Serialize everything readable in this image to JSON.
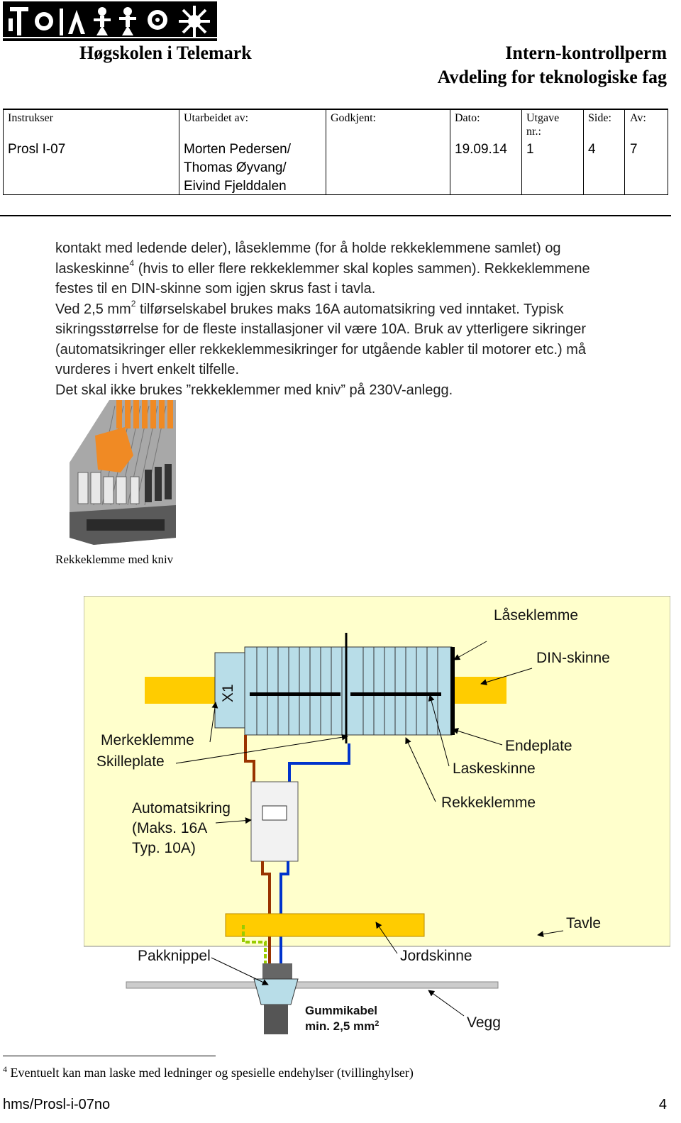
{
  "header": {
    "institution": "Høgskolen i Telemark",
    "doc_type": "Intern-kontrollperm",
    "department": "Avdeling for teknologiske fag"
  },
  "info_table": {
    "headers": {
      "instrukser": "Instrukser",
      "utarbeidet": "Utarbeidet av:",
      "godkjent": "Godkjent:",
      "dato": "Dato:",
      "utgave_line1": "Utgave",
      "utgave_line2": "nr.:",
      "side": "Side:",
      "av": "Av:"
    },
    "values": {
      "instrukser": "Prosl I-07",
      "utarbeidet_line1": "Morten Pedersen/",
      "utarbeidet_line2": "Thomas Øyvang/",
      "utarbeidet_line3": "Eivind Fjelddalen",
      "godkjent": "",
      "dato": "19.09.14",
      "utgave": "1",
      "side": "4",
      "av": "7"
    }
  },
  "body": {
    "line1": "kontakt med ledende deler), låseklemme (for å holde rekkeklemmene samlet) og",
    "line2_a": "laskeskinne",
    "line2_sup": "4",
    "line2_b": " (hvis to eller flere rekkeklemmer skal koples sammen). Rekkeklemmene",
    "line3": "festes til en DIN-skinne som igjen skrus fast i tavla.",
    "line4_a": "Ved 2,5 mm",
    "line4_sup": "2",
    "line4_b": " tilførselskabel brukes maks 16A automatsikring ved inntaket. Typisk",
    "line5": "sikringsstørrelse for de fleste installasjoner vil være 10A. Bruk av ytterligere sikringer",
    "line6": "(automatsikringer eller rekkeklemmesikringer for utgående kabler til motorer etc.) må",
    "line7": "vurderes i hvert enkelt tilfelle.",
    "line8": "Det skal ikke brukes ”rekkeklemmer med kniv” på 230V-anlegg."
  },
  "photo_caption": "Rekkeklemme med kniv",
  "diagram": {
    "labels": {
      "laseklemme": "Låseklemme",
      "din_skinne": "DIN-skinne",
      "x1": "X1",
      "merkeklemme": "Merkeklemme",
      "skilleplate": "Skilleplate",
      "endeplate": "Endeplate",
      "laskeskinne": "Laskeskinne",
      "automatsikring_1": "Automatsikring",
      "automatsikring_2": "(Maks. 16A",
      "automatsikring_3": "Typ. 10A)",
      "rekkeklemme": "Rekkeklemme",
      "tavle": "Tavle",
      "pakknippel": "Pakknippel",
      "jordskinne": "Jordskinne",
      "gummikabel_1": "Gummikabel",
      "gummikabel_2": "min. 2,5 mm",
      "gummikabel_sup": "2",
      "vegg": "Vegg"
    },
    "colors": {
      "background": "#ffffcc",
      "din_rail": "#ffcc00",
      "terminal_blue": "#b8dde8",
      "brown_wire": "#993300",
      "blue_wire": "#0033cc",
      "green_yellow_wire": "#99cc00",
      "cable_gray": "#555555",
      "wall_gray": "#cccccc"
    }
  },
  "footnote": {
    "number": "4",
    "text": "Eventuelt kan man laske med ledninger og spesielle endehylser (tvillinghylser)"
  },
  "footer": {
    "doc_id": "hms/Prosl-i-07no",
    "page": "4"
  }
}
